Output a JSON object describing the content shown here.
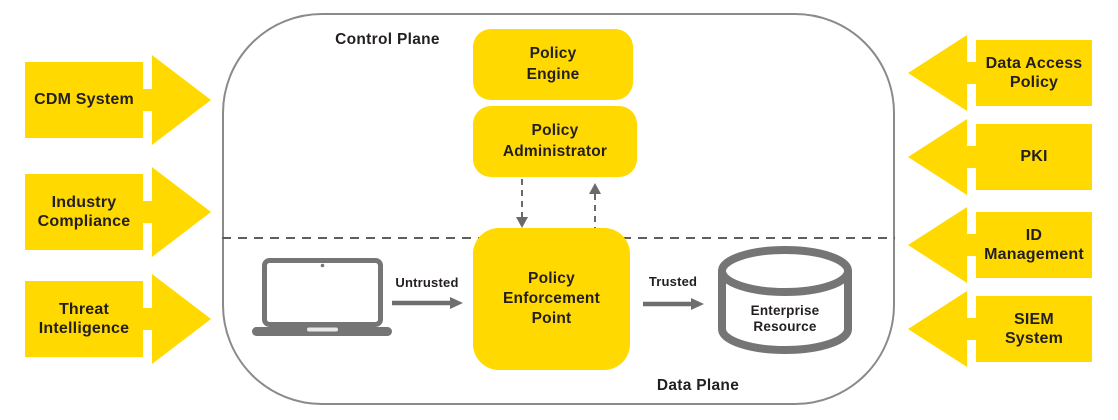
{
  "diagram": {
    "title_control_plane": "Control Plane",
    "title_data_plane": "Data Plane",
    "left_inputs": [
      {
        "label": "CDM System"
      },
      {
        "label": "Industry\nCompliance"
      },
      {
        "label": "Threat\nIntelligence"
      }
    ],
    "right_inputs": [
      {
        "label": "Data Access\nPolicy"
      },
      {
        "label": "PKI"
      },
      {
        "label": "ID\nManagement"
      },
      {
        "label": "SIEM\nSystem"
      }
    ],
    "nodes": {
      "policy_engine": "Policy\nEngine",
      "policy_administrator": "Policy\nAdministrator",
      "policy_enforcement_point": "Policy\nEnforcement\nPoint",
      "enterprise_resource": "Enterprise\nResource"
    },
    "flow_labels": {
      "untrusted": "Untrusted",
      "trusted": "Trusted"
    },
    "icons": {
      "device": "laptop-icon",
      "resource": "database-cylinder-icon"
    },
    "colors": {
      "accent_yellow": "#FFD900",
      "diagram_gray": "#757575",
      "text_dark": "#231F20"
    }
  }
}
